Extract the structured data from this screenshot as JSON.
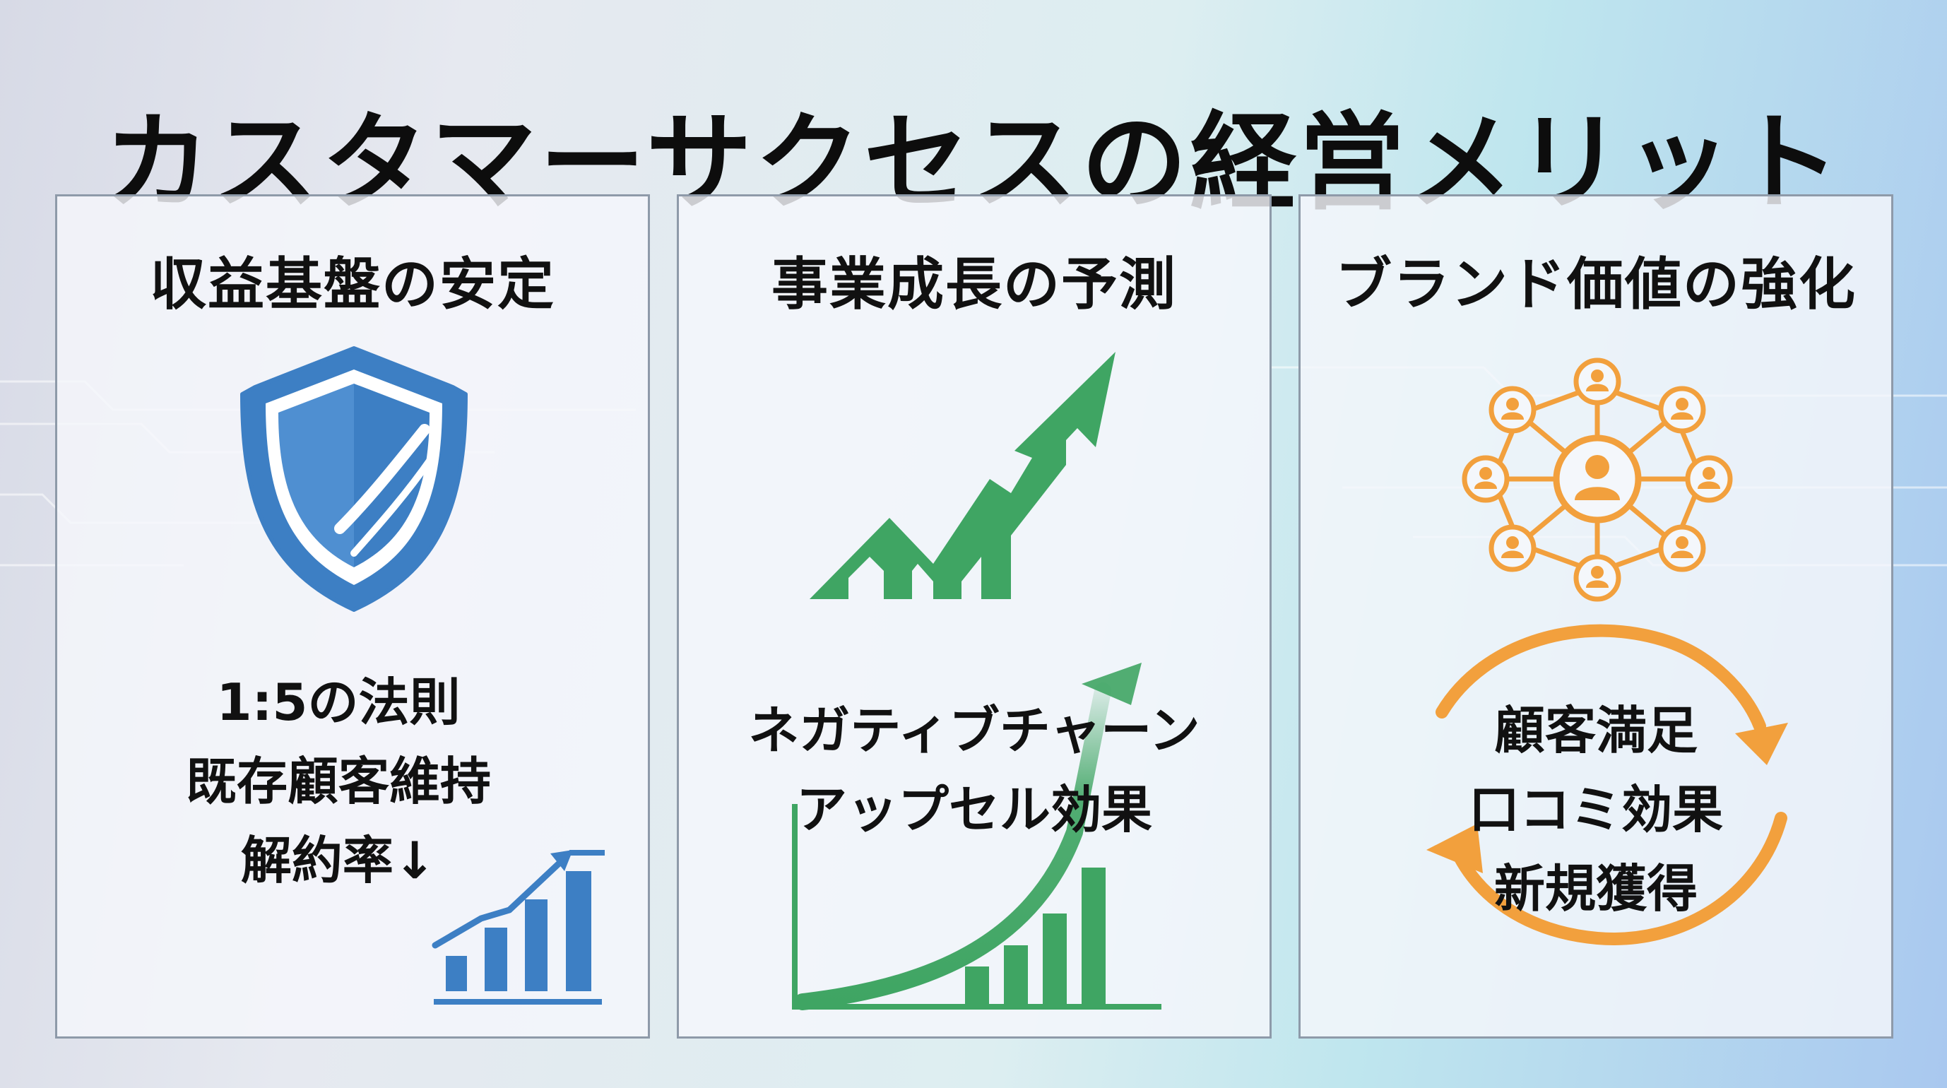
{
  "title": "カスタマーサクセスの経営メリット",
  "colors": {
    "blue": "#3d7fc4",
    "green": "#3fa563",
    "orange": "#f2a03d",
    "card_border": "#8e9aa9"
  },
  "cards": [
    {
      "title": "収益基盤の安定",
      "icon": "shield-icon",
      "lines": [
        "1:5の法則",
        "既存顧客維持",
        "解約率↓"
      ],
      "chart_icon": "rising-bar-chart-icon"
    },
    {
      "title": "事業成長の予測",
      "icon": "growth-arrow-icon",
      "lines": [
        "ネガティブチャーン",
        "アップセル効果"
      ],
      "chart_icon": "growth-curve-chart-icon"
    },
    {
      "title": "ブランド価値の強化",
      "icon": "customer-network-icon",
      "lines": [
        "顧客満足",
        "口コミ効果",
        "新規獲得"
      ],
      "cycle_icon": "cycle-arrows-icon"
    }
  ]
}
